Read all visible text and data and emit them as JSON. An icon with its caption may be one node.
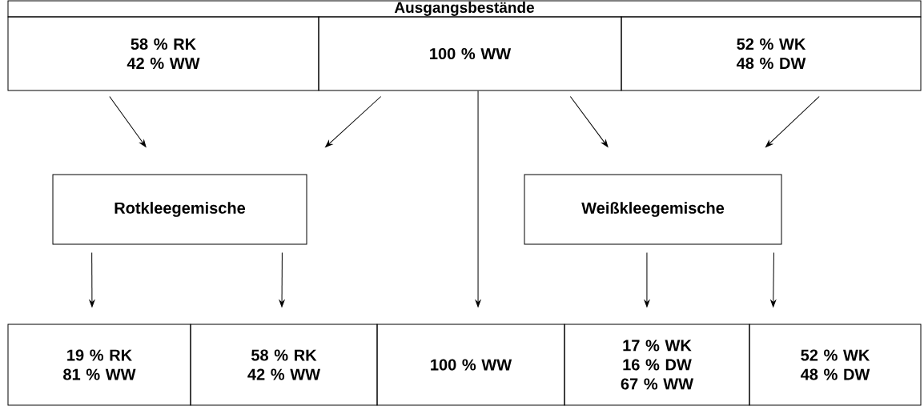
{
  "diagram": {
    "nodes": [
      {
        "text": [
          "Ausgangsbestände"
        ]
      },
      {
        "text": [
          "58 % RK 42 % WW"
        ]
      },
      {
        "text": [
          "100 % WW"
        ]
      },
      {
        "text": [
          "52 % WK 48 % DW"
        ]
      },
      {
        "text": [
          "Rotkleegemische"
        ]
      },
      {
        "text": [
          "Weißkleegemische"
        ]
      },
      {
        "text": [
          "19 % RK 81 % WW"
        ]
      },
      {
        "text": [
          "58 % RK 42 % WW"
        ]
      },
      {
        "text": [
          "100 % WW"
        ]
      },
      {
        "text": [
          "17 % WK 16 % DW 67 % WW"
        ]
      },
      {
        "text": [
          "52 % WK 48 % DW"
        ]
      }
    ],
    "edges": [
      {
        "from": 1,
        "to": 4,
        "arrow": "to"
      },
      {
        "from": 2,
        "to": 4,
        "arrow": "to"
      },
      {
        "from": 2,
        "to": 8,
        "arrow": "to"
      },
      {
        "from": 2,
        "to": 5,
        "arrow": "to"
      },
      {
        "from": 3,
        "to": 5,
        "arrow": "to"
      },
      {
        "from": 4,
        "to": 6,
        "arrow": "to"
      },
      {
        "from": 4,
        "to": 7,
        "arrow": "to"
      },
      {
        "from": 5,
        "to": 9,
        "arrow": "to"
      },
      {
        "from": 5,
        "to": 10,
        "arrow": "to"
      }
    ]
  }
}
